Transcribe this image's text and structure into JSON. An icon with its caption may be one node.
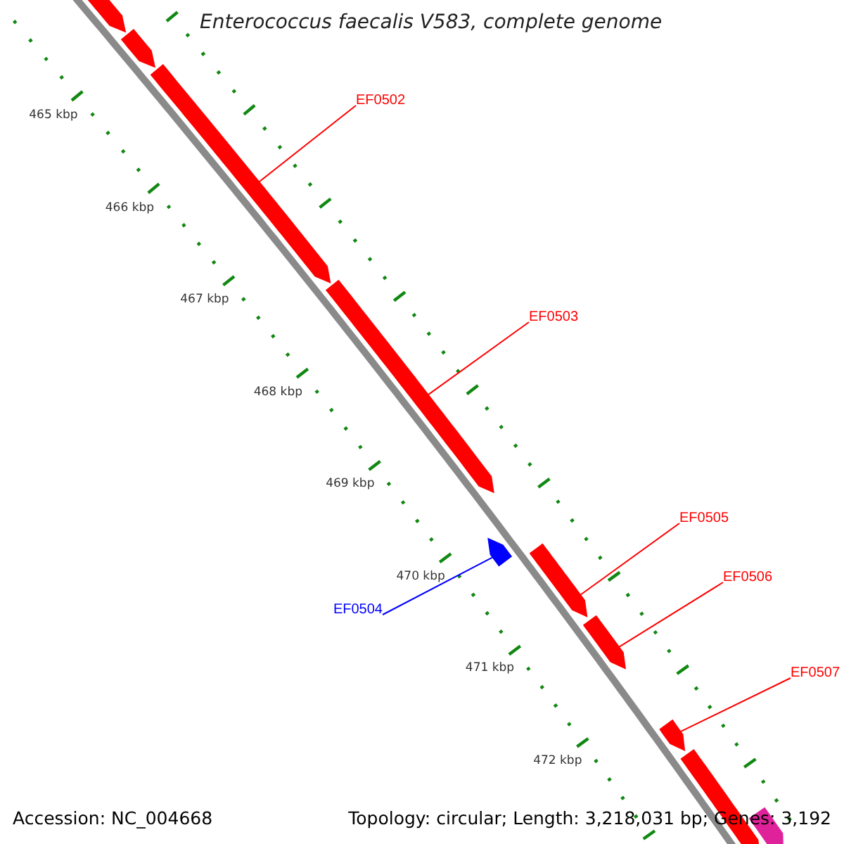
{
  "diagram": {
    "title": "Enterococcus faecalis V583, complete genome",
    "nodes": [
      {
        "text": [
          "EF0502"
        ]
      },
      {
        "text": [
          "EF0503"
        ]
      },
      {
        "text": [
          "EF0505"
        ]
      },
      {
        "text": [
          "EF0506"
        ]
      },
      {
        "text": [
          "EF0504"
        ]
      },
      {
        "text": [
          "EF0507"
        ]
      },
      {
        "text": [],
        "shape": "bar"
      },
      {
        "text": [],
        "shape": "bar"
      },
      {
        "text": [],
        "shape": "bar"
      },
      {
        "text": [],
        "shape": "bar"
      },
      {
        "text": [],
        "shape": "bar"
      },
      {
        "text": [],
        "shape": "bar"
      },
      {
        "text": [],
        "shape": "bar"
      },
      {
        "text": [],
        "shape": "bar"
      },
      {
        "text": [],
        "shape": "bar"
      },
      {
        "text": [],
        "shape": "bar"
      }
    ],
    "edges": [
      {
        "from": 0,
        "to": 8,
        "arrow": "none"
      },
      {
        "from": 1,
        "to": 9,
        "arrow": "none"
      },
      {
        "from": 2,
        "to": 11,
        "arrow": "none"
      },
      {
        "from": 3,
        "to": 12,
        "arrow": "none"
      },
      {
        "from": 4,
        "to": 10,
        "arrow": "none",
        "color": "#0000ff"
      },
      {
        "from": 5,
        "to": 13,
        "arrow": "none"
      }
    ],
    "labels": [
      "465 kbp",
      "466 kbp",
      "467 kbp",
      "468 kbp",
      "469 kbp",
      "470 kbp",
      "471 kbp",
      "472 kbp",
      "Accession: NC_004668",
      "Topology: circular; Length: 3,218,031 bp; Genes: 3,192"
    ]
  }
}
